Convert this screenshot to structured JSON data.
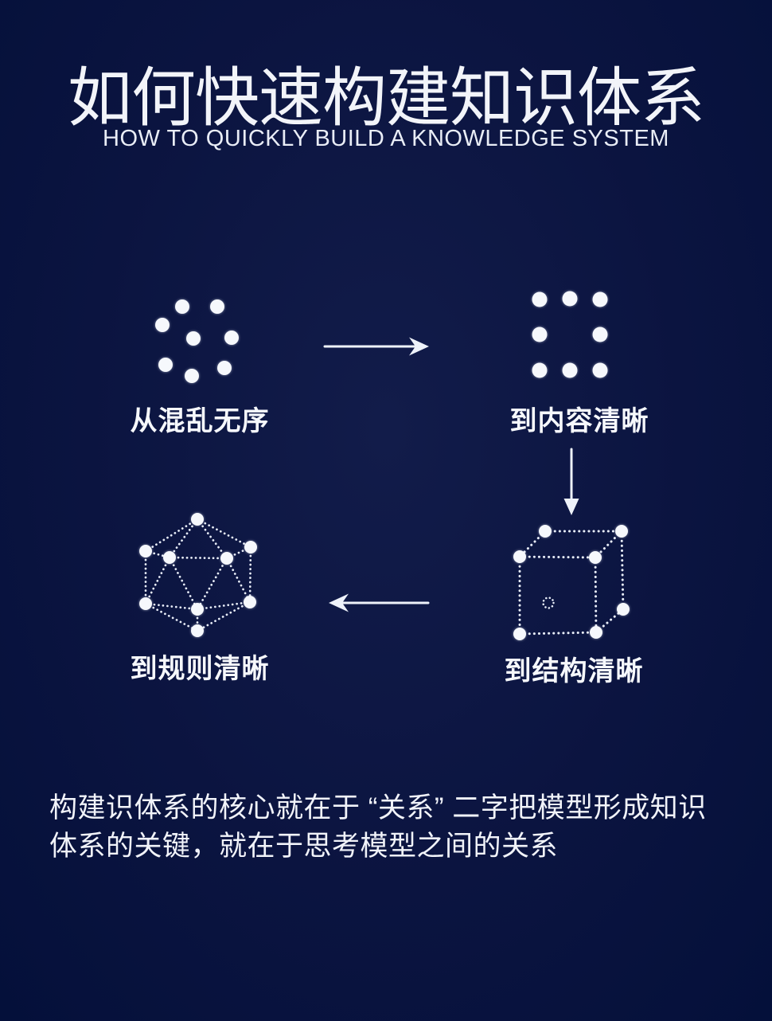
{
  "page": {
    "title": "如何快速构建知识体系",
    "subtitle": "HOW TO QUICKLY BUILD A KNOWLEDGE SYSTEM"
  },
  "stages": [
    {
      "label": "从混乱无序",
      "icon": "scattered-dots-icon"
    },
    {
      "label": "到内容清晰",
      "icon": "grid-dots-icon"
    },
    {
      "label": "到结构清晰",
      "icon": "cube-icon"
    },
    {
      "label": "到规则清晰",
      "icon": "icosahedron-icon"
    }
  ],
  "arrows": [
    {
      "name": "arrow-right-icon",
      "direction": "right",
      "from_stage": "从混乱无序",
      "to_stage": "到内容清晰"
    },
    {
      "name": "arrow-down-icon",
      "direction": "down",
      "from_stage": "到内容清晰",
      "to_stage": "到结构清晰"
    },
    {
      "name": "arrow-left-icon",
      "direction": "left",
      "from_stage": "到结构清晰",
      "to_stage": "到规则清晰"
    }
  ],
  "footer": {
    "line1": "构建识体系的核心就在于 “关系” 二字把模型形成知识",
    "line2": "体系的关键，就在于思考模型之间的关系"
  },
  "colors": {
    "background": "#0b1440",
    "foreground": "#f3f5fa"
  }
}
